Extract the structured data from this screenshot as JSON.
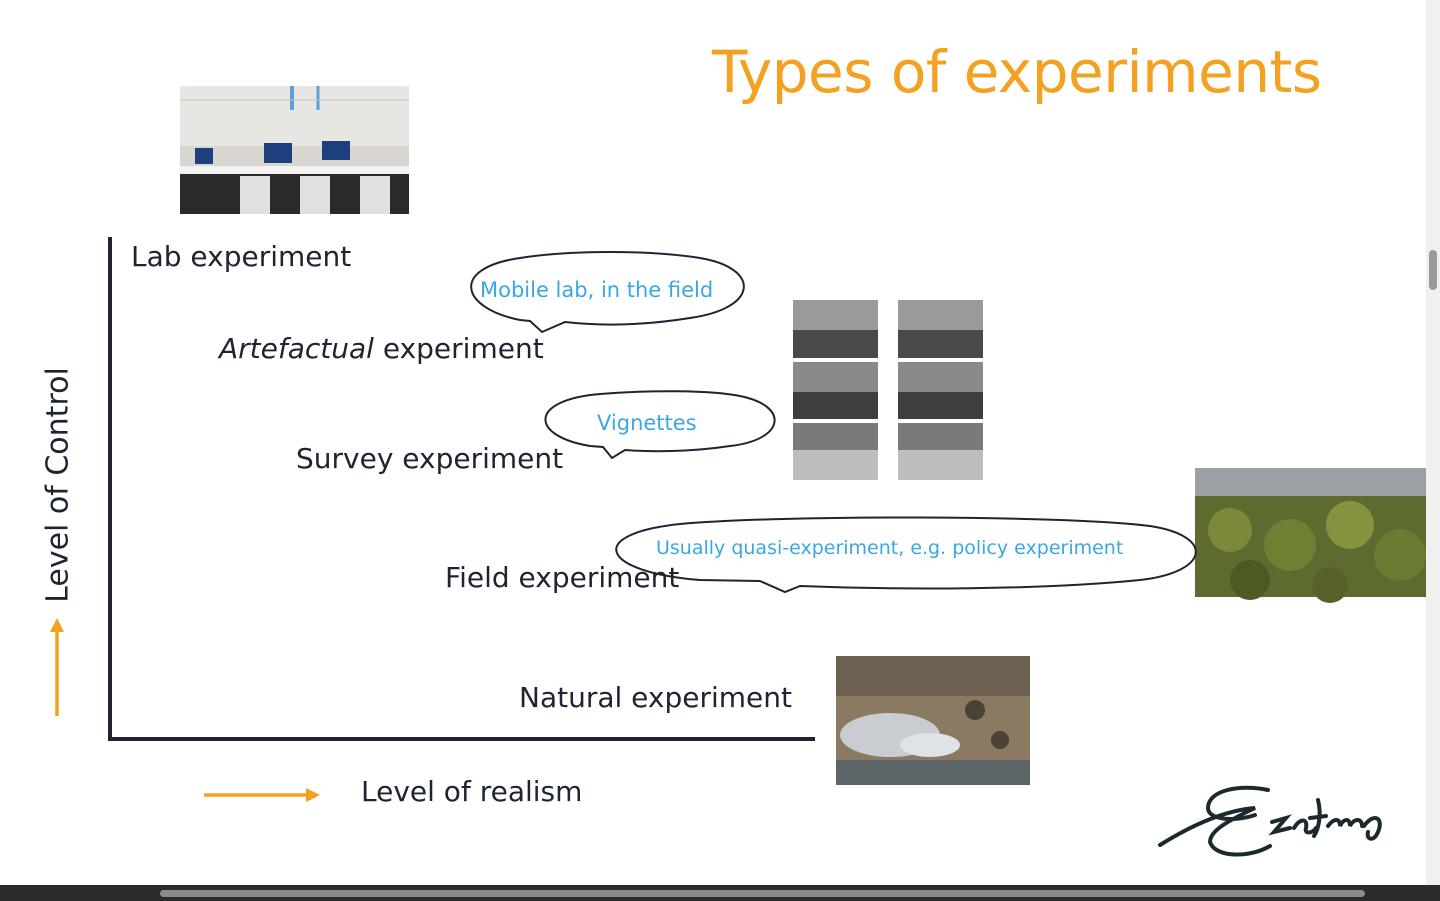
{
  "slide": {
    "title": "Types of experiments",
    "axis": {
      "y_label": "Level of Control",
      "x_label": "Level of realism"
    },
    "experiments": [
      {
        "prefix": "",
        "italic": "",
        "label": "Lab experiment"
      },
      {
        "prefix": "",
        "italic": "Artefactual",
        "label": " experiment"
      },
      {
        "prefix": "",
        "italic": "",
        "label": "Survey experiment"
      },
      {
        "prefix": "",
        "italic": "",
        "label": "Field experiment"
      },
      {
        "prefix": "",
        "italic": "",
        "label": "Natural experiment"
      }
    ],
    "bubbles": {
      "mobile_lab": "Mobile lab, in the field",
      "vignettes": "Vignettes",
      "quasi": "Usually quasi-experiment, e.g. policy experiment"
    },
    "logo": "Erasmus",
    "colors": {
      "title": "#f4a020",
      "arrow": "#f4a020",
      "bubble_text": "#3aa8e0",
      "axis": "#1c2530"
    },
    "images": [
      "lab-room-photo",
      "street-vignette-grid",
      "plant-field-photo",
      "disaster-aerial-photo"
    ]
  }
}
